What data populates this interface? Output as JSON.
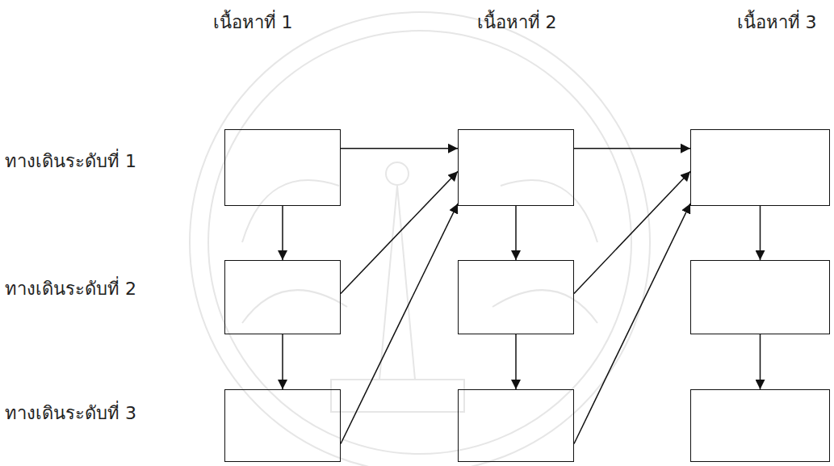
{
  "diagram": {
    "nodes": [
      {
        "text": []
      },
      {
        "text": []
      },
      {
        "text": []
      },
      {
        "text": []
      },
      {
        "text": []
      },
      {
        "text": []
      },
      {
        "text": []
      },
      {
        "text": []
      },
      {
        "text": []
      }
    ],
    "edges": [
      {
        "from": 0,
        "to": 1,
        "arrow": "to"
      },
      {
        "from": 1,
        "to": 2,
        "arrow": "to"
      },
      {
        "from": 0,
        "to": 3,
        "arrow": "to"
      },
      {
        "from": 3,
        "to": 6,
        "arrow": "to"
      },
      {
        "from": 3,
        "to": 1,
        "arrow": "to"
      },
      {
        "from": 6,
        "to": 1,
        "arrow": "to"
      },
      {
        "from": 1,
        "to": 4,
        "arrow": "to"
      },
      {
        "from": 4,
        "to": 7,
        "arrow": "to"
      },
      {
        "from": 4,
        "to": 2,
        "arrow": "to"
      },
      {
        "from": 7,
        "to": 2,
        "arrow": "to"
      },
      {
        "from": 2,
        "to": 5,
        "arrow": "to"
      },
      {
        "from": 5,
        "to": 8,
        "arrow": "to"
      }
    ],
    "labels": [
      "เนื้อหาที่ 1",
      "เนื้อหาที่ 2",
      "เนื้อหาที่ 3",
      "ทางเดินระดับที่ 1",
      "ทางเดินระดับที่ 2",
      "ทางเดินระดับที่ 3"
    ]
  }
}
